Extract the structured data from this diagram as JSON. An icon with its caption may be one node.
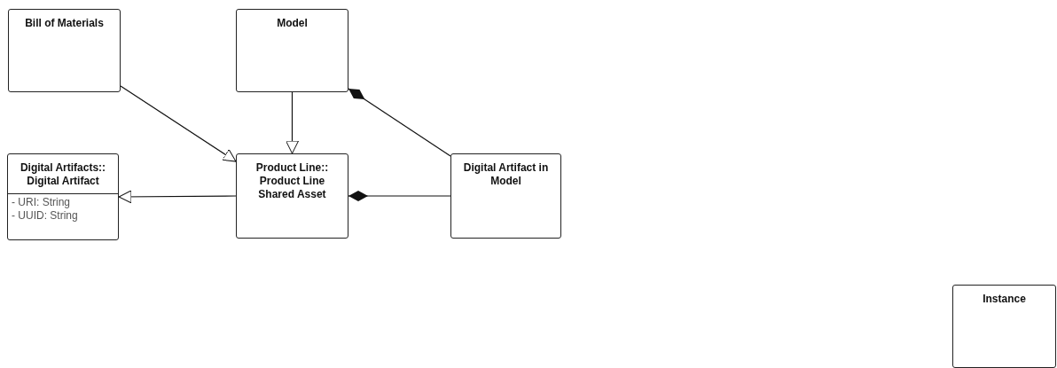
{
  "diagram": {
    "nodes": [
      {
        "text": [
          "Bill of Materials"
        ]
      },
      {
        "text": [
          "Model"
        ]
      },
      {
        "text": [
          "Digital Artifacts:: Digital Artifact",
          "- URI: String",
          "- UUID: String"
        ]
      },
      {
        "text": [
          "Product Line:: Product Line Shared Asset"
        ]
      },
      {
        "text": [
          "Digital Artifact in Model"
        ]
      },
      {
        "text": [
          "Instance"
        ]
      }
    ],
    "edges": [
      {
        "from": 0,
        "to": 3,
        "arrow": "to"
      },
      {
        "from": 1,
        "to": 3,
        "arrow": "to"
      },
      {
        "from": 3,
        "to": 2,
        "arrow": "to"
      },
      {
        "from": 4,
        "to": 3,
        "arrow": "other"
      },
      {
        "from": 4,
        "to": 1,
        "arrow": "other"
      }
    ]
  }
}
